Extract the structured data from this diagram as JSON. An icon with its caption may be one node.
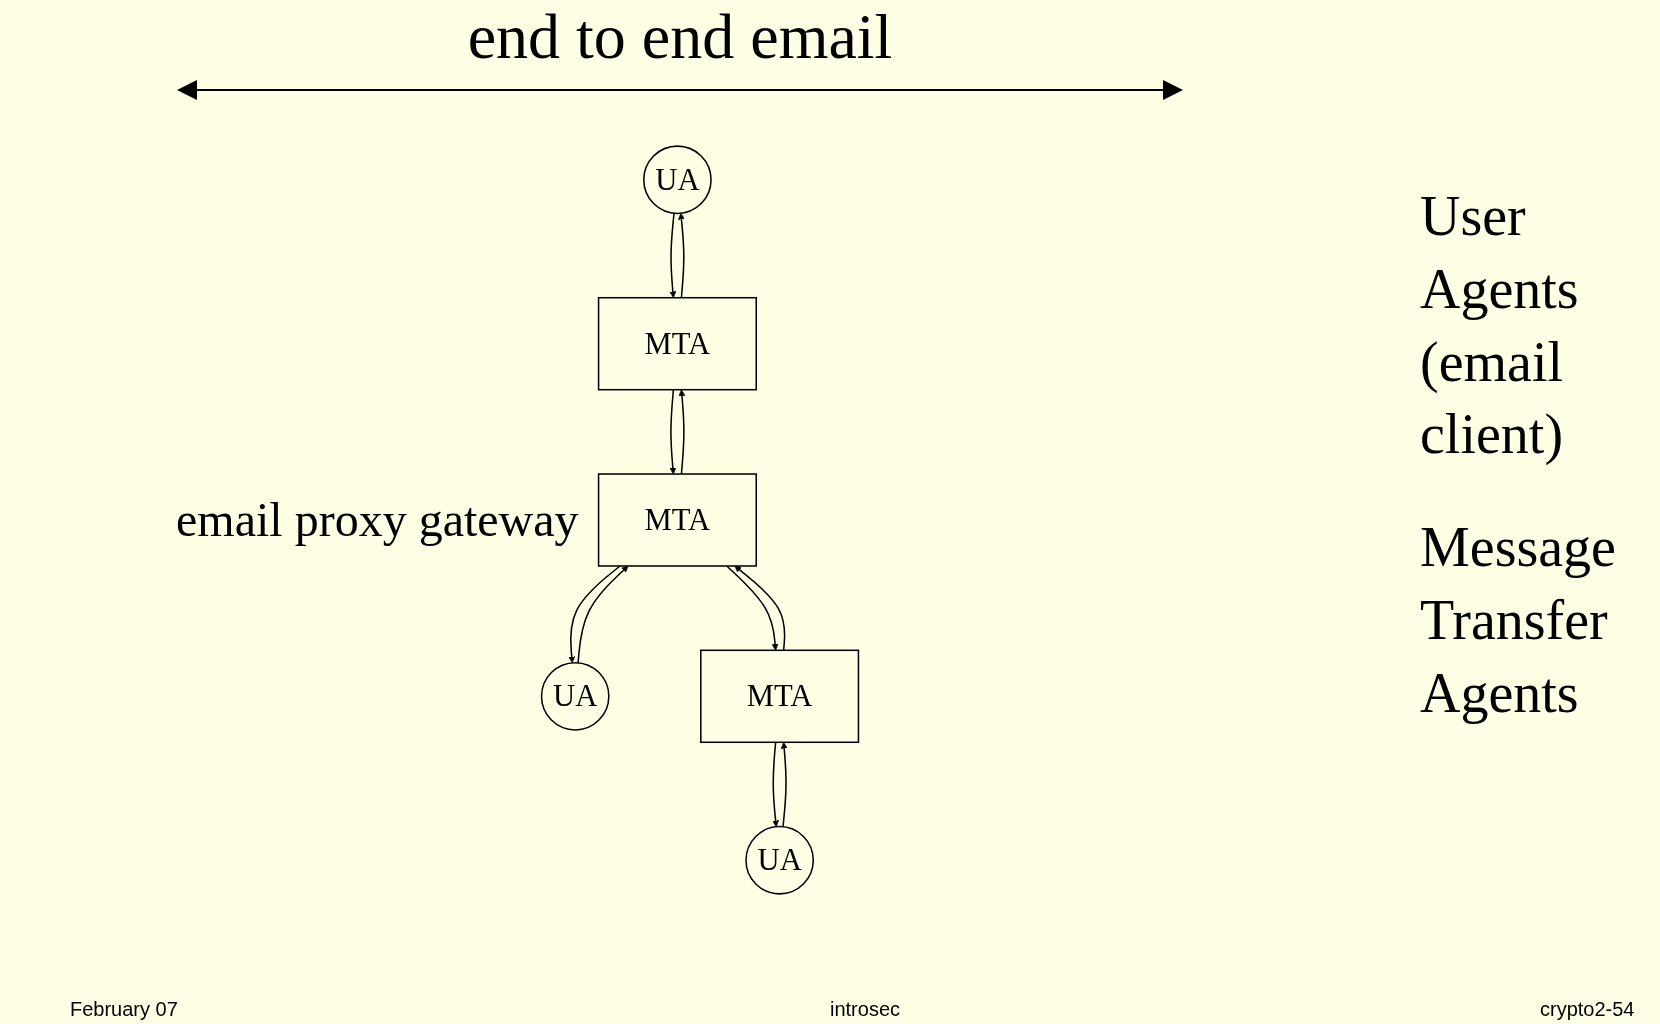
{
  "diagram": {
    "nodes": [
      {
        "text": [
          "UA"
        ]
      },
      {
        "text": [
          "UA"
        ]
      },
      {
        "text": [
          "UA"
        ]
      },
      {
        "text": [
          "MTA"
        ]
      },
      {
        "text": [
          "MTA"
        ],
        "beside": [
          "email proxy gateway"
        ]
      },
      {
        "text": [
          "MTA"
        ]
      }
    ],
    "edges": [
      {
        "from": 0,
        "to": 3,
        "arrow": "to"
      },
      {
        "from": 3,
        "to": 0,
        "arrow": "to"
      },
      {
        "from": 1,
        "to": 4,
        "arrow": "to"
      },
      {
        "from": 4,
        "to": 1,
        "arrow": "to"
      },
      {
        "from": 2,
        "to": 5,
        "arrow": "to"
      },
      {
        "from": 5,
        "to": 2,
        "arrow": "to"
      },
      {
        "from": 3,
        "to": 4,
        "arrow": "to"
      },
      {
        "from": 4,
        "to": 3,
        "arrow": "to"
      },
      {
        "from": 4,
        "to": 5,
        "arrow": "to"
      },
      {
        "from": 5,
        "to": 4,
        "arrow": "to"
      }
    ],
    "labels": [
      "end to end email",
      "User Agents (email client)",
      "Message Transfer Agents",
      "February 07",
      "introsec",
      "crypto2-54"
    ]
  }
}
